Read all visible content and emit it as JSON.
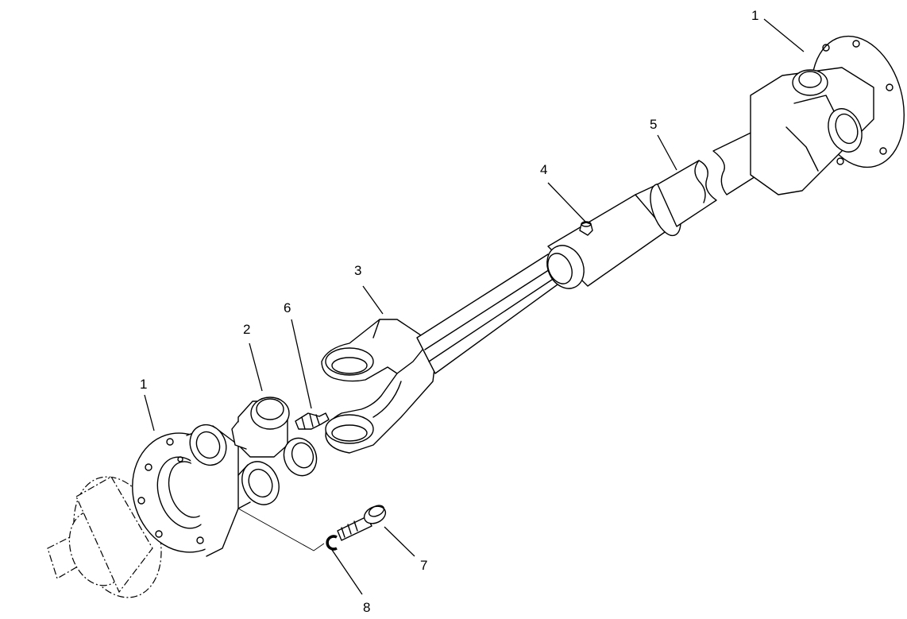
{
  "diagram": {
    "callouts": [
      {
        "id": "c1-top",
        "label": "1"
      },
      {
        "id": "c1-left",
        "label": "1"
      },
      {
        "id": "c2",
        "label": "2"
      },
      {
        "id": "c3",
        "label": "3"
      },
      {
        "id": "c4",
        "label": "4"
      },
      {
        "id": "c5",
        "label": "5"
      },
      {
        "id": "c6",
        "label": "6"
      },
      {
        "id": "c7",
        "label": "7"
      },
      {
        "id": "c8",
        "label": "8"
      }
    ]
  }
}
